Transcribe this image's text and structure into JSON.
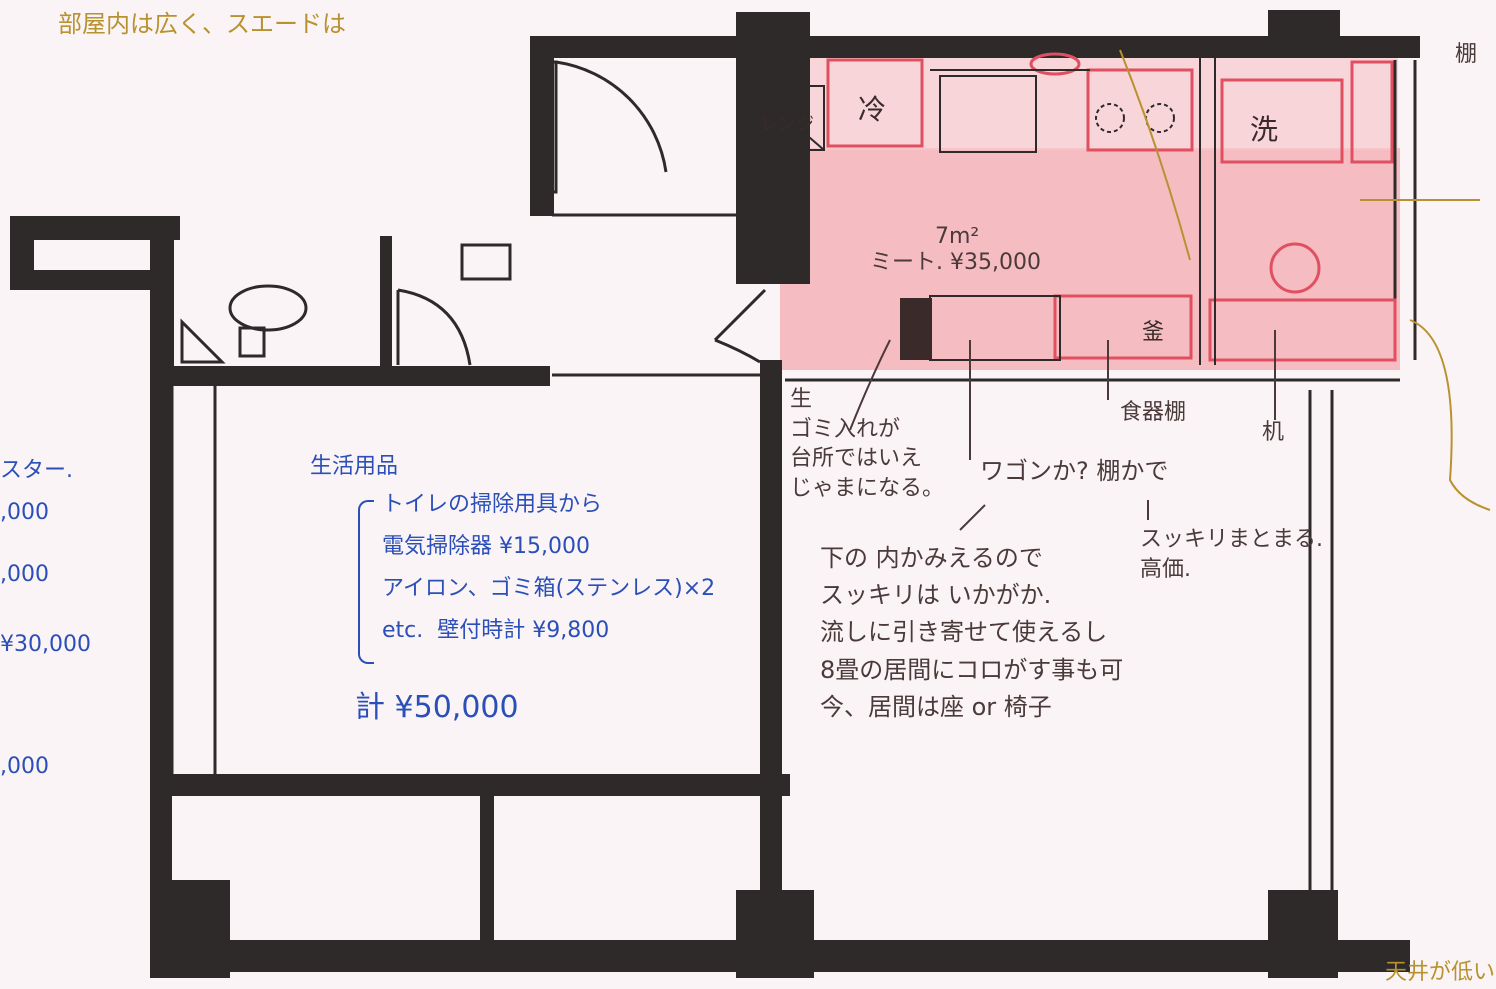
{
  "notes": {
    "top_note": "部屋内は広く、スエードは",
    "living_items_title": "生活用品",
    "living_items": [
      "トイレの掃除用具から",
      "電気掃除器 ¥15,000",
      "アイロン、ゴミ箱(ステンレス)×2",
      "etc.  壁付時計 ¥9,800"
    ],
    "living_total": "計 ¥50,000",
    "kitchen_area": "7m²",
    "kitchen_price": "ミート. ¥35,000",
    "trash_note": "生\nゴミ入れが\n台所ではいえ\nじゃまになる。",
    "wagon_question": "ワゴンか? 棚かで",
    "wagon_note": "下の 内かみえるので\nスッキリは いかがか.\n流しに引き寄せて使えるし\n8畳の居間にコロがす事も可\n今、居間は座 or 椅子",
    "shelf_note": "スッキリまとまる.\n高価.",
    "dish_shelf": "食器棚",
    "desk": "机",
    "shelf_top": "棚",
    "left_edge": [
      ",000",
      ",000",
      "¥30,000",
      ",000"
    ],
    "left_edge_star": "スター.",
    "bottom_right": "天井が低い"
  },
  "fixtures": {
    "range": "レンジ",
    "fridge": "冷",
    "washer": "洗",
    "kama": "釜"
  },
  "colors": {
    "wall": "#2e2a2a",
    "kitchen_fill": "#f3a9b0",
    "fixture_outline": "#e05060",
    "ink_blue": "#2a4fb8",
    "ink_ochre": "#b8922e"
  }
}
